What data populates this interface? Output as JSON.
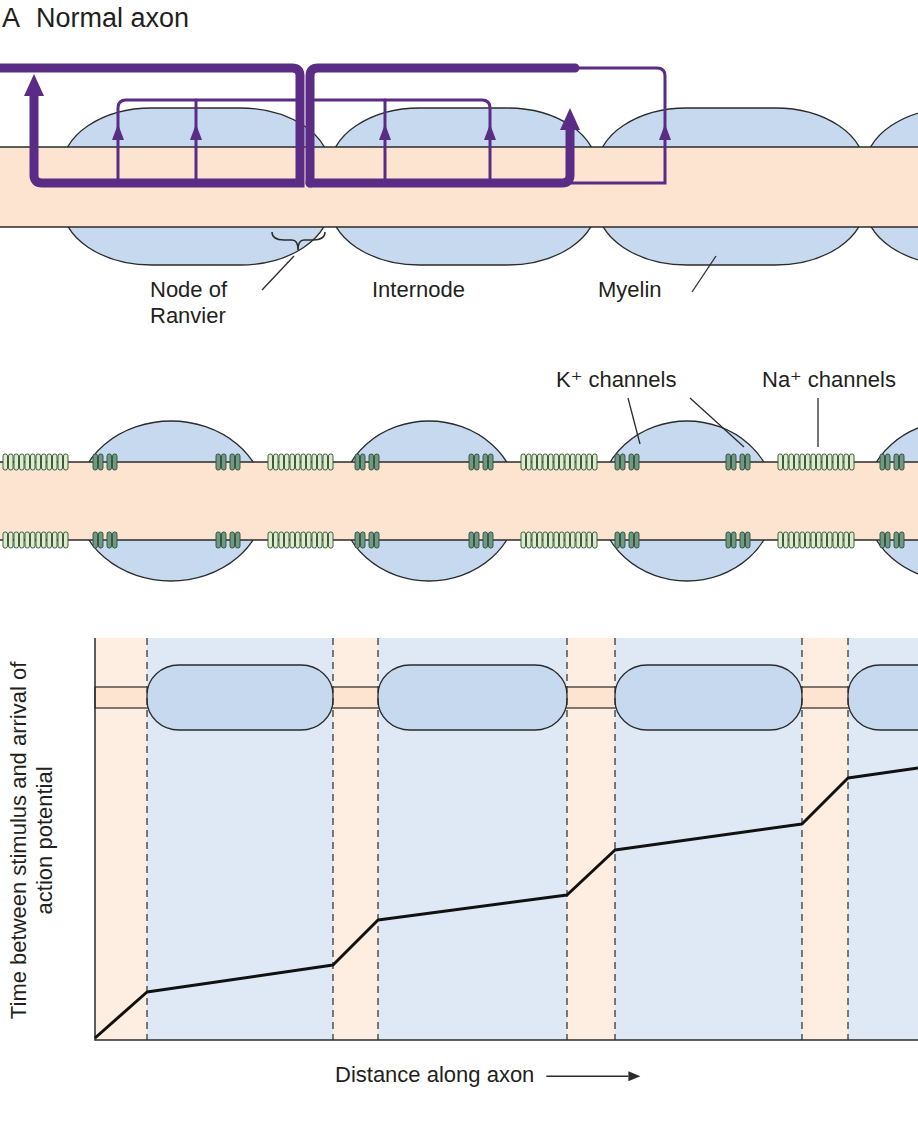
{
  "diagram": {
    "title": "Normal axon",
    "labels": [
      "A",
      "Node of Ranvier",
      "Internode",
      "Myelin",
      "K⁺ channels",
      "Na⁺ channels",
      "Time between stimulus and arrival of action potential",
      "Distance along axon"
    ]
  }
}
